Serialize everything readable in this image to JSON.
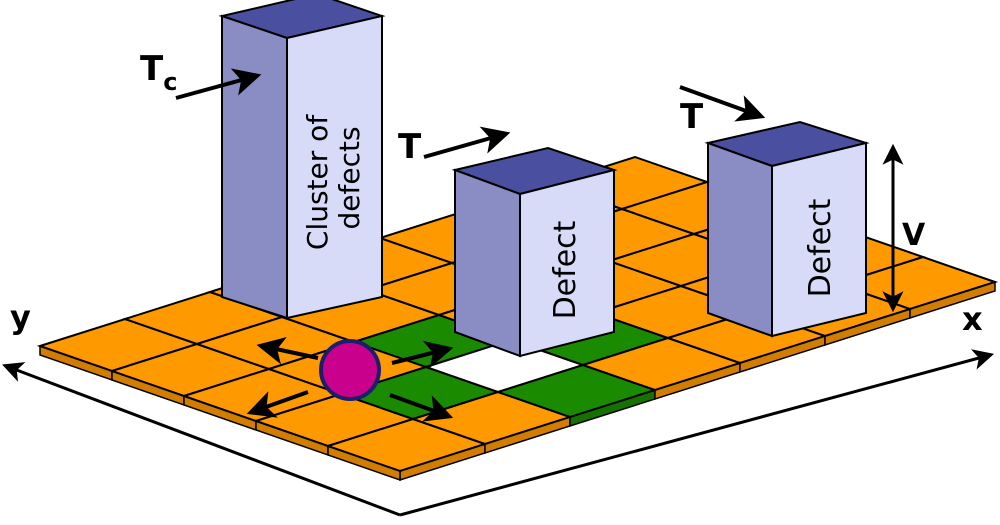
{
  "axes": {
    "x_label": "x",
    "y_label": "y"
  },
  "pillars": {
    "cluster": {
      "label_line1": "Cluster of",
      "label_line2": "defects"
    },
    "defect_middle": {
      "label": "Defect"
    },
    "defect_right": {
      "label": "Defect"
    }
  },
  "rates": {
    "cluster_rate_main": "T",
    "cluster_rate_sub": "c",
    "middle_rate": "T",
    "right_rate": "T"
  },
  "height_label": "V",
  "grid": {
    "columns": 7,
    "rows": 5,
    "particle_cell": [
      2,
      3
    ],
    "highlighted_cells": [
      [
        1,
        3
      ],
      [
        3,
        3
      ],
      [
        2,
        2
      ],
      [
        2,
        4
      ]
    ]
  },
  "colors": {
    "tile": "#ff9900",
    "tile_highlight": "#1a8a00",
    "tile_particle": "#ffffff",
    "particle": "#c8008c",
    "particle_stroke": "#1b1f6b",
    "pillar_top": "#4b4fa0",
    "pillar_left": "#8a8cc4",
    "pillar_right": "#d8dbf8"
  },
  "icons": [
    "move-arrow-icon",
    "rate-arrow-icon",
    "axis-arrow-icon",
    "height-arrow-icon"
  ]
}
